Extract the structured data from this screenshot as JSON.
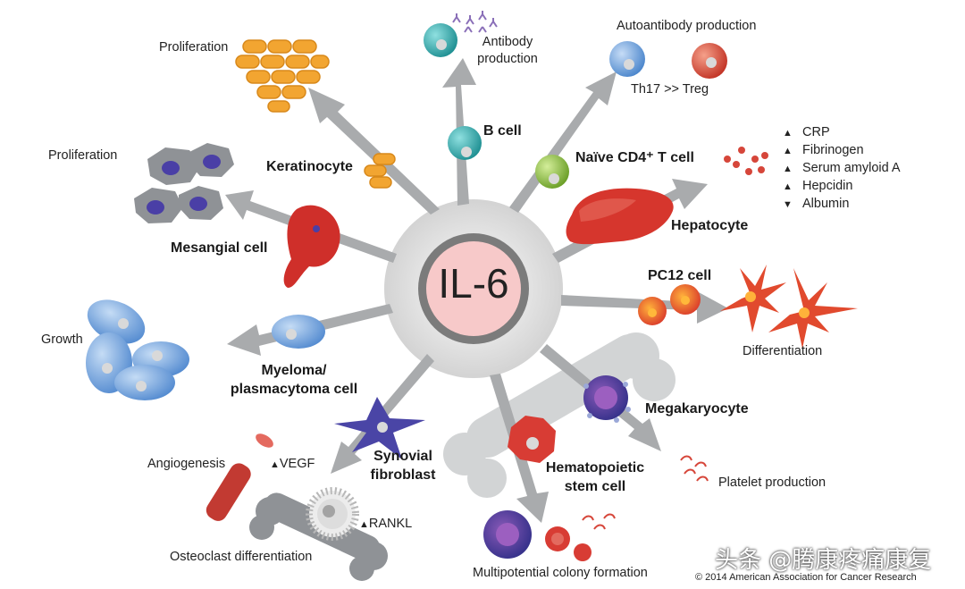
{
  "center": {
    "label": "IL-6"
  },
  "cells": {
    "b_cell": "B cell",
    "naive_cd4": "Naïve CD4⁺ T cell",
    "hepatocyte": "Hepatocyte",
    "pc12": "PC12 cell",
    "megakaryocyte": "Megakaryocyte",
    "hsc_line1": "Hematopoietic",
    "hsc_line2": "stem cell",
    "synovial_line1": "Synovial",
    "synovial_line2": "fibroblast",
    "myeloma_line1": "Myeloma/",
    "myeloma_line2": "plasmacytoma cell",
    "mesangial": "Mesangial cell",
    "keratinocyte": "Keratinocyte"
  },
  "outcomes": {
    "antibody_line1": "Antibody",
    "antibody_line2": "production",
    "autoantibody": "Autoantibody production",
    "th17": "Th17 >> Treg",
    "differentiation": "Differentiation",
    "platelet": "Platelet production",
    "multipotential": "Multipotential colony formation",
    "osteoclast": "Osteoclast differentiation",
    "rankl": "RANKL",
    "angiogenesis": "Angiogenesis",
    "vegf": "VEGF",
    "growth": "Growth",
    "prolif_mesangial": "Proliferation",
    "prolif_keratinocyte": "Proliferation"
  },
  "acute_phase": [
    {
      "symbol": "▲",
      "label": "CRP"
    },
    {
      "symbol": "▲",
      "label": "Fibrinogen"
    },
    {
      "symbol": "▲",
      "label": "Serum amyloid A"
    },
    {
      "symbol": "▲",
      "label": "Hepcidin"
    },
    {
      "symbol": "▼",
      "label": "Albumin"
    }
  ],
  "up_symbol": "▲",
  "copyright": "© 2014  American Association for Cancer Research",
  "watermark": "头条 @腾康疼痛康复",
  "colors": {
    "arrow": "#a9abad",
    "halo": "#dcdcdc",
    "core_ring": "#7b7b7b",
    "core_fill": "#f7c9c9",
    "b_cell": "#3bb3b5",
    "t_cell": "#95c34a",
    "th17": "#6ba6e0",
    "treg": "#d94a3b",
    "hepatocyte": "#d6362d",
    "myeloma": "#6aa2dd",
    "keratinocyte": "#f2a531",
    "mesangial_cell": "#8f9296",
    "mesangial_nucleus": "#4a3fa6",
    "synovial": "#4a45a6",
    "megakaryocyte": "#3a3a9a",
    "hsc": "#d83c34",
    "bone": "#d2d4d5",
    "vessel": "#c23a32",
    "pc12": "#e14a2e"
  }
}
